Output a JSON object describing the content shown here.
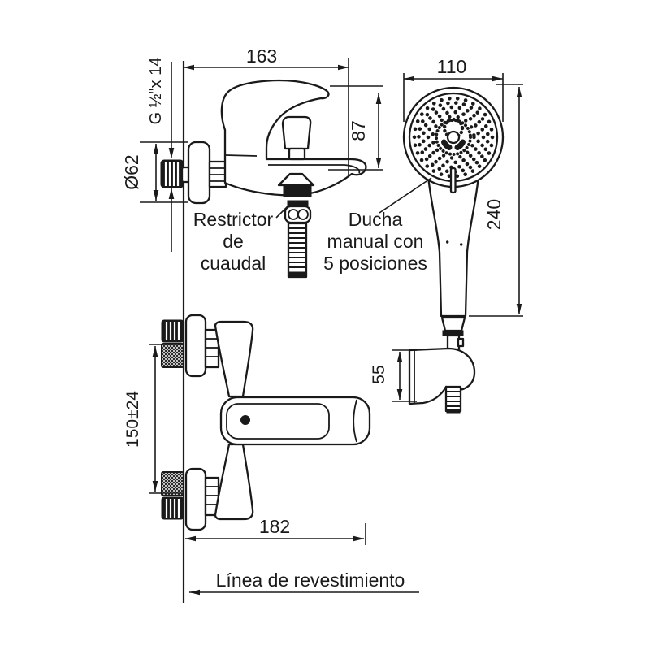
{
  "page": {
    "background": "#ffffff",
    "line_color": "#1a1a1a"
  },
  "side_view": {
    "width_dim": "163",
    "height_dim": "87",
    "flange_dim": "Ø62",
    "thread_dim": "G ½\"x 14",
    "restrictor_label": {
      "line1": "Restrictor",
      "line2": "de",
      "line3": "cuaudal"
    }
  },
  "hand_shower": {
    "head_dim": "110",
    "length_dim": "240",
    "holder_dim": "55",
    "label": {
      "line1": "Ducha",
      "line2": "manual con",
      "line3": "5 posiciones"
    }
  },
  "plan_view": {
    "centers_dim": "150±24",
    "width_dim": "182"
  },
  "wall": {
    "label": "Línea de revestimiento"
  }
}
